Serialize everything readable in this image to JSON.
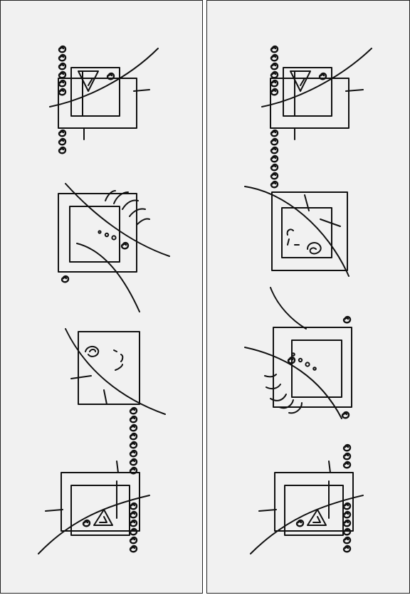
{
  "colors": {
    "panel": "#f1f1f1",
    "line": "#111111",
    "border": "#222222"
  },
  "panels": [
    {
      "name": "left-panel",
      "motifs": [
        "square-triangle-motif",
        "square-face-motif",
        "square-spiral-motif",
        "square-triangle-motif"
      ]
    },
    {
      "name": "right-panel",
      "motifs": [
        "square-triangle-motif",
        "square-spiral-motif",
        "square-face-motif",
        "square-triangle-motif"
      ]
    }
  ]
}
